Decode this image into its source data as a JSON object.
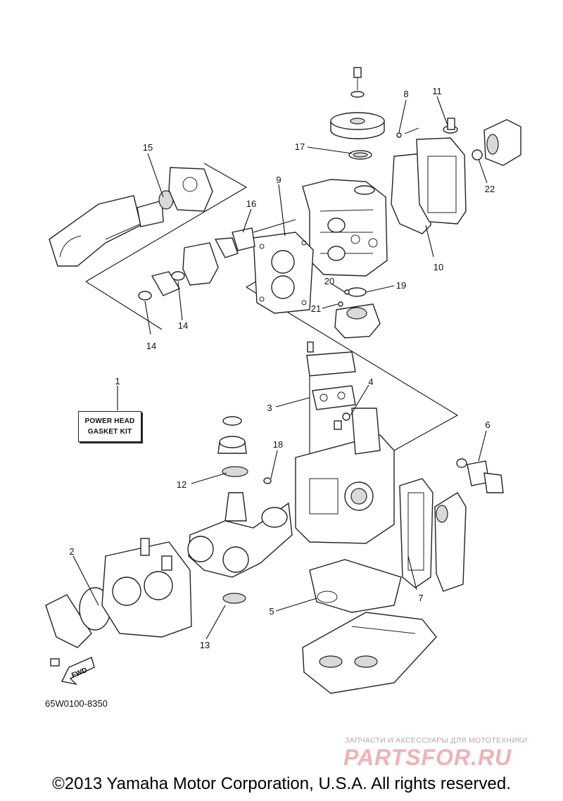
{
  "diagram": {
    "callouts": [
      "1",
      "2",
      "3",
      "4",
      "5",
      "6",
      "7",
      "8",
      "9",
      "10",
      "11",
      "12",
      "13",
      "14",
      "14",
      "15",
      "16",
      "17",
      "18",
      "19",
      "20",
      "21",
      "22"
    ],
    "kit_label": {
      "line1": "POWER HEAD",
      "line2": "GASKET KIT"
    },
    "direction_label": "FWD",
    "part_code": "65W0100-8350"
  },
  "watermark": {
    "caption": "ЗАПЧАСТИ И АКСЕССУАРЫ ДЛЯ МОТОТЕХНИКИ",
    "logo": "PARTSFOR.RU"
  },
  "copyright": "©2013 Yamaha Motor Corporation, U.S.A. All rights reserved.",
  "colors": {
    "line": "#222222",
    "watermark_logo": "#efb3b3",
    "watermark_caption": "#b8a6a6"
  }
}
